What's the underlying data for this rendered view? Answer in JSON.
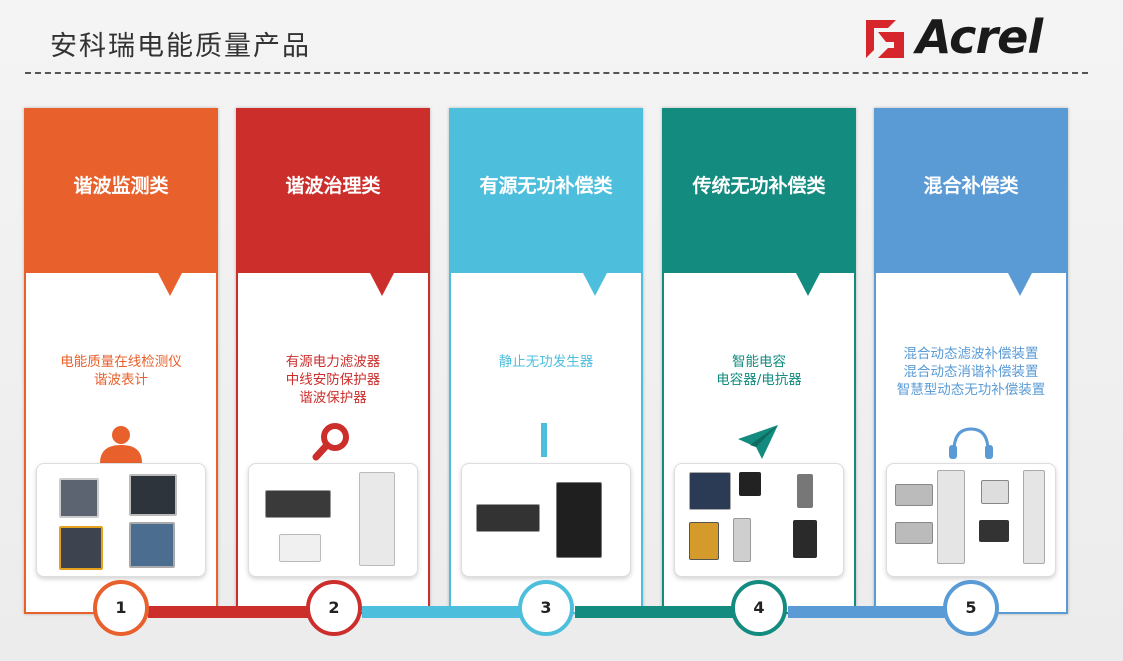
{
  "header": {
    "title": "安科瑞电能质量产品",
    "brand": "Acrel"
  },
  "colors": {
    "orange": "#e8602c",
    "red": "#cc2e2b",
    "lightblue": "#4dbfdd",
    "teal": "#138b7f",
    "blue": "#5a9bd6"
  },
  "icons": [
    "user-icon",
    "search-icon",
    "bar-icon",
    "paper-plane-icon",
    "headphones-icon"
  ],
  "cards": [
    {
      "title": "谐波监测类",
      "lines": [
        "电能质量在线检测仪",
        "谐波表计"
      ],
      "number": "1"
    },
    {
      "title": "谐波治理类",
      "lines": [
        "有源电力滤波器",
        "中线安防保护器",
        "谐波保护器"
      ],
      "number": "2"
    },
    {
      "title": "有源无功补偿类",
      "lines": [
        "静止无功发生器"
      ],
      "number": "3"
    },
    {
      "title": "传统无功补偿类",
      "lines": [
        "智能电容",
        "电容器/电抗器"
      ],
      "number": "4"
    },
    {
      "title": "混合补偿类",
      "lines": [
        "混合动态滤波补偿装置",
        "混合动态消谐补偿装置",
        "智慧型动态无功补偿装置"
      ],
      "number": "5"
    }
  ]
}
